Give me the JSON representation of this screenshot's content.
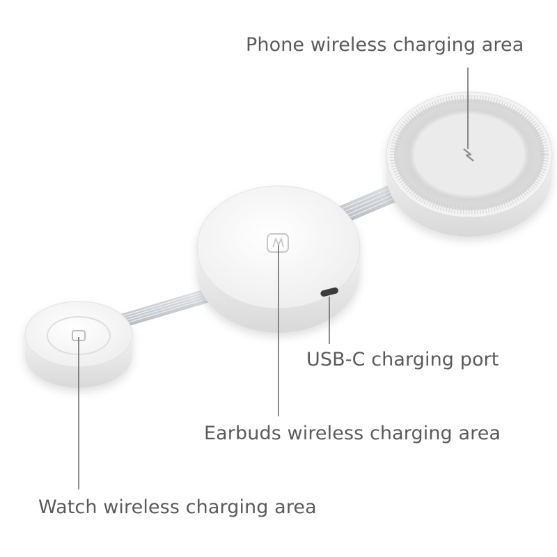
{
  "labels": {
    "phone": "Phone wireless charging area",
    "usbc": "USB-C charging port",
    "earbuds": "Earbuds wireless charging area",
    "watch": "Watch wireless charging area"
  },
  "colors": {
    "background": "#ffffff",
    "device_white": "#f6f6f6",
    "cable_grey": "#cfd2d6",
    "leader_line": "#6e6e6e",
    "label_text": "#5a5a5a"
  }
}
